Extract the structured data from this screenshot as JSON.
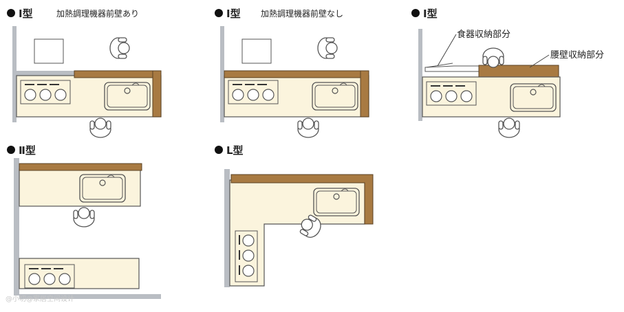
{
  "panels": {
    "i1": {
      "title": "Ⅰ型",
      "subtitle": "加熱調理機器前壁あり"
    },
    "i2": {
      "title": "Ⅰ型",
      "subtitle": "加熱調理機器前壁なし"
    },
    "i3": {
      "title": "Ⅰ型",
      "callout_dish": "食器収納部分",
      "callout_waist": "腰壁収納部分"
    },
    "ii": {
      "title": "Ⅱ型"
    },
    "l": {
      "title": "L型"
    }
  },
  "watermark": "@小切@家居空间设计"
}
